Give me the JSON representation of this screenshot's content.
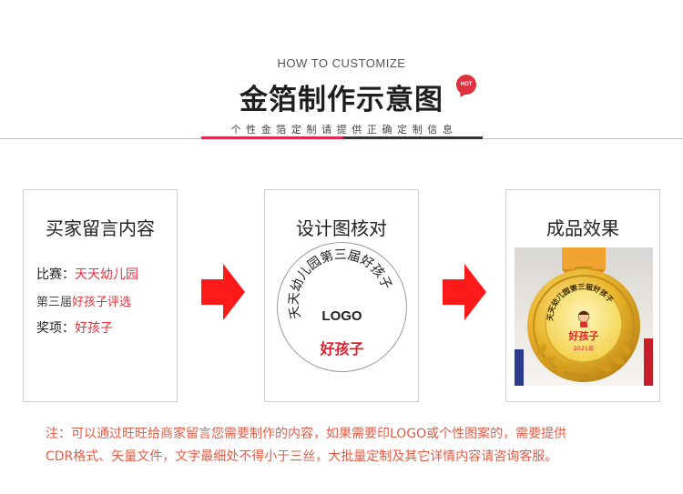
{
  "header": {
    "subtitle_en": "HOW TO CUSTOMIZE",
    "title": "金箔制作示意图",
    "badge": "HOT",
    "hint": "个性金箔定制请提供正确定制信息"
  },
  "cards": {
    "buyer": {
      "title": "买家留言内容",
      "competition_label": "比赛：",
      "competition_value": "天天幼儿园",
      "edition_label": "第三届",
      "edition_value": "好孩子评选",
      "award_label": "奖项：",
      "award_value": "好孩子"
    },
    "proof": {
      "title": "设计图核对",
      "arc_text": "天天幼儿园第三届好孩子",
      "logo_text": "LOGO",
      "award_text": "好孩子"
    },
    "result": {
      "title": "成品效果",
      "medal_arc_text": "天天幼儿园第三届好孩子",
      "medal_award": "好孩子",
      "medal_year": "2021年"
    }
  },
  "note": {
    "line1": "注：可以通过旺旺给商家留言您需要制作的内容，如果需要印LOGO或个性图案的，需要提供",
    "line2": "CDR格式、矢量文件，文字最细处不得小于三丝，大批量定制及其它详情内容请咨询客服。"
  },
  "colors": {
    "accent_red": "#e8254b",
    "arrow_red": "#ff1a1a",
    "value_red": "#e8313c",
    "note_orange": "#e35c47",
    "medal_gold": "#e9b52c",
    "ribbon_orange": "#f2a430"
  }
}
